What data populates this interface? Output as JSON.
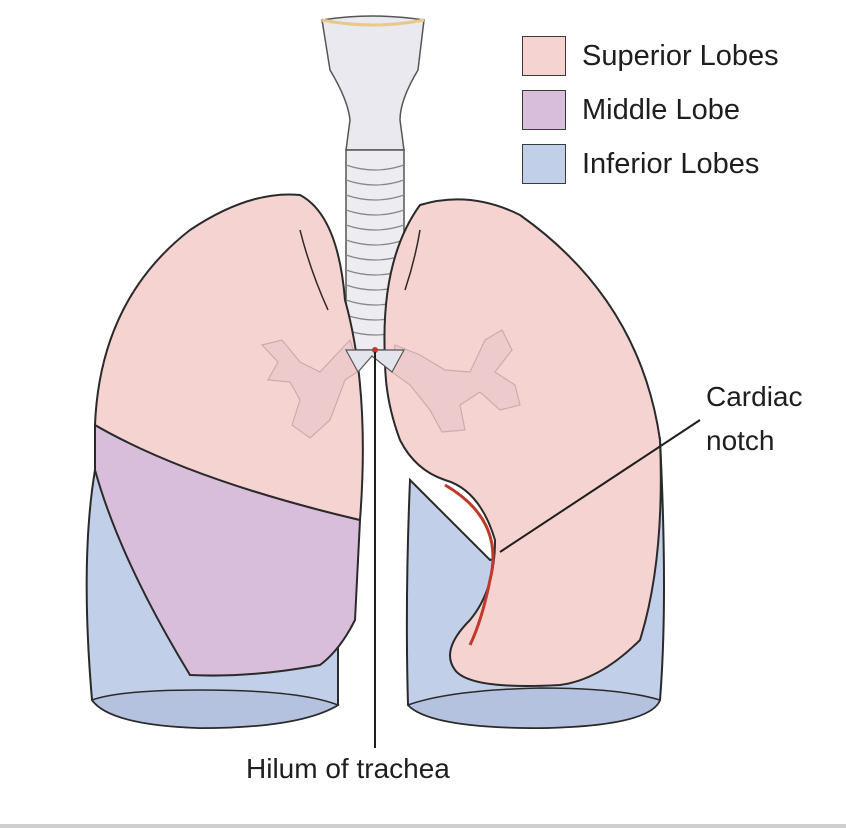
{
  "legend": {
    "items": [
      {
        "label": "Superior Lobes",
        "color": "#f4d3d1"
      },
      {
        "label": "Middle Lobe",
        "color": "#d9bedc"
      },
      {
        "label": "Inferior Lobes",
        "color": "#c2cfe8"
      }
    ]
  },
  "annotations": {
    "cardiac_notch_line1": "Cardiac",
    "cardiac_notch_line2": "notch",
    "hilum": "Hilum of trachea"
  },
  "colors": {
    "superior": "#f4d3d1",
    "middle": "#d9bedc",
    "inferior": "#c2cfe8",
    "inferior_base": "#b9c6e2",
    "trachea": "#e9e9ef",
    "outline": "#2a2a2a",
    "notch": "#c0392b",
    "bronchi": "#e8c8c8"
  }
}
